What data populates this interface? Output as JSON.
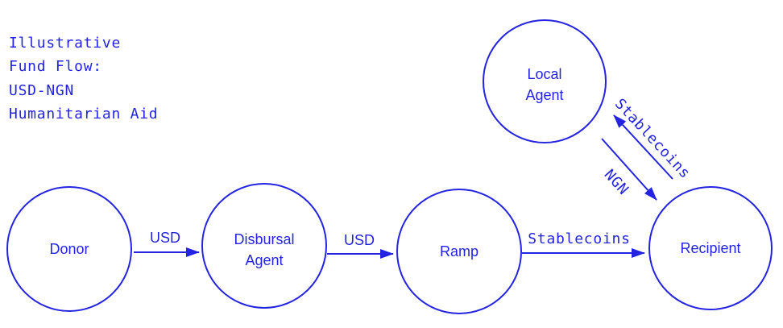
{
  "colors": {
    "accent": "#2424e0",
    "background": "#ffffff"
  },
  "title": {
    "lines": [
      "Illustrative",
      "Fund Flow:",
      "USD-NGN",
      "Humanitarian Aid"
    ]
  },
  "nodes": {
    "donor": {
      "label": "Donor"
    },
    "disbursal_agent": {
      "label_line1": "Disbursal",
      "label_line2": "Agent"
    },
    "ramp": {
      "label": "Ramp"
    },
    "local_agent": {
      "label_line1": "Local",
      "label_line2": "Agent"
    },
    "recipient": {
      "label": "Recipient"
    }
  },
  "edges": {
    "donor_to_disbursal_agent": {
      "label": "USD"
    },
    "disbursal_agent_to_ramp": {
      "label": "USD"
    },
    "ramp_to_recipient": {
      "label": "Stablecoins"
    },
    "local_agent_to_recipient": {
      "label": "NGN"
    },
    "recipient_to_local_agent": {
      "label": "Stablecoins"
    }
  }
}
